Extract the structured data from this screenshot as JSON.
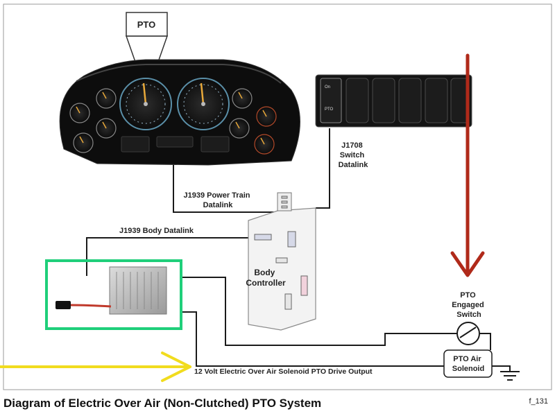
{
  "diagram": {
    "pto_tag": "PTO",
    "labels": {
      "j1708": [
        "J1708",
        "Switch",
        "Datalink"
      ],
      "j1939_power": [
        "J1939 Power Train",
        "Datalink"
      ],
      "j1939_body": "J1939 Body Datalink",
      "body_controller": [
        "Body",
        "Controller"
      ],
      "pto_engaged_switch": [
        "PTO",
        "Engaged",
        "Switch"
      ],
      "pto_air_solenoid": [
        "PTO Air",
        "Solenoid"
      ],
      "drive_output": "12 Volt Electric Over Air Solenoid PTO Drive Output"
    },
    "switch_panel": {
      "switch_top": "On",
      "switch_bottom": "PTO"
    },
    "caption": "Diagram of Electric Over Air (Non-Clutched) PTO System",
    "figure_id": "f_131",
    "colors": {
      "wire": "#1a1a1a",
      "highlight_box": "#1fcf7a",
      "annotation_red_arrow": "#b02a1a",
      "annotation_yellow_arrow": "#f1dc1e"
    }
  }
}
